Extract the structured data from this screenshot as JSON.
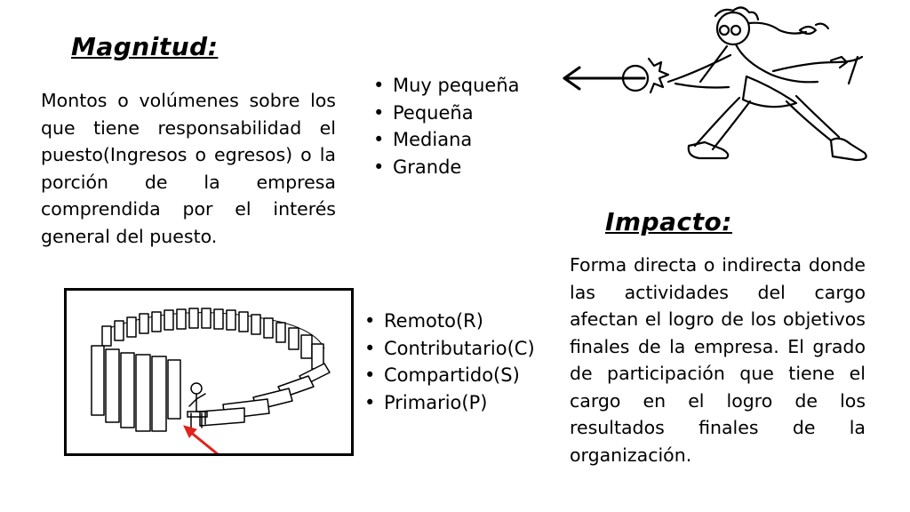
{
  "magnitud": {
    "title": "Magnitud:",
    "description": "Montos o volúmenes sobre los que tiene responsabilidad el puesto(Ingresos o egresos) o la porción de la empresa comprendida por el interés general del puesto.",
    "levels": [
      {
        "label": "Muy pequeña"
      },
      {
        "label": "Pequeña"
      },
      {
        "label": "Mediana"
      },
      {
        "label": "Grande"
      }
    ]
  },
  "impacto": {
    "title": "Impacto:",
    "description": "Forma directa o indirecta donde las actividades del cargo afectan el logro de los objetivos finales de la empresa. El grado de participación que tiene el cargo en el logro de los resultados finales de la organización.",
    "types": [
      {
        "label": "Remoto(R)"
      },
      {
        "label": "Contributario(C)"
      },
      {
        "label": "Compartido(S)"
      },
      {
        "label": "Primario(P)"
      }
    ]
  },
  "illustrations": {
    "top_right": "tennis-player-drawing",
    "bottom_left": "domino-circle-drawing",
    "arrow_color": "#e0241b"
  }
}
